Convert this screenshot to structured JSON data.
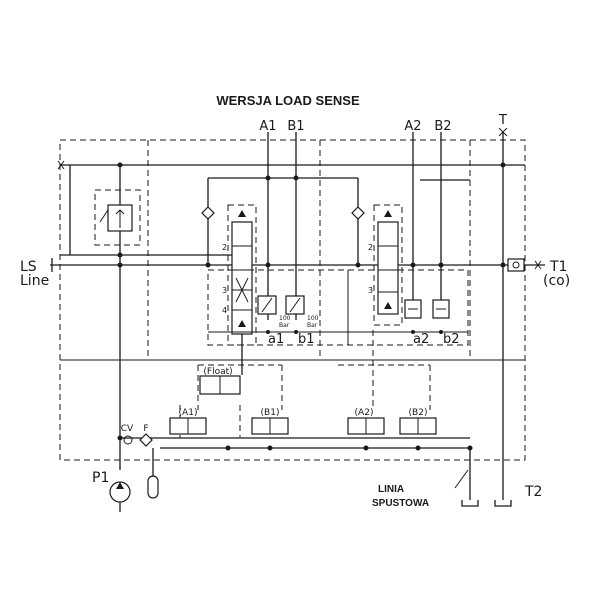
{
  "title": "WERSJA LOAD SENSE",
  "ports": {
    "a1": "A1",
    "b1": "B1",
    "a2": "A2",
    "b2": "B2",
    "t": "T",
    "t1": "T1",
    "t1_sub": "(co)",
    "ls_line_1": "LS",
    "ls_line_2": "Line",
    "p1": "P1",
    "t2": "T2",
    "cv": "CV",
    "f": "F"
  },
  "small_ports": {
    "a1": "a1",
    "b1": "b1",
    "a2": "a2",
    "b2": "b2"
  },
  "relief_valves": {
    "v1_value": "100",
    "v1_unit": "Bar",
    "v2_value": "100",
    "v2_unit": "Bar"
  },
  "solenoids": {
    "float": "(Float)",
    "a1": "(A1)",
    "b1": "(B1)",
    "a2": "(A2)",
    "b2": "(B2)"
  },
  "spool_positions": {
    "s1_p2": "2",
    "s1_p3": "3",
    "s1_p4": "4",
    "s2_p2": "2",
    "s2_p3": "3"
  },
  "drain": {
    "line1": "LINIA",
    "line2": "SPUSTOWA"
  }
}
